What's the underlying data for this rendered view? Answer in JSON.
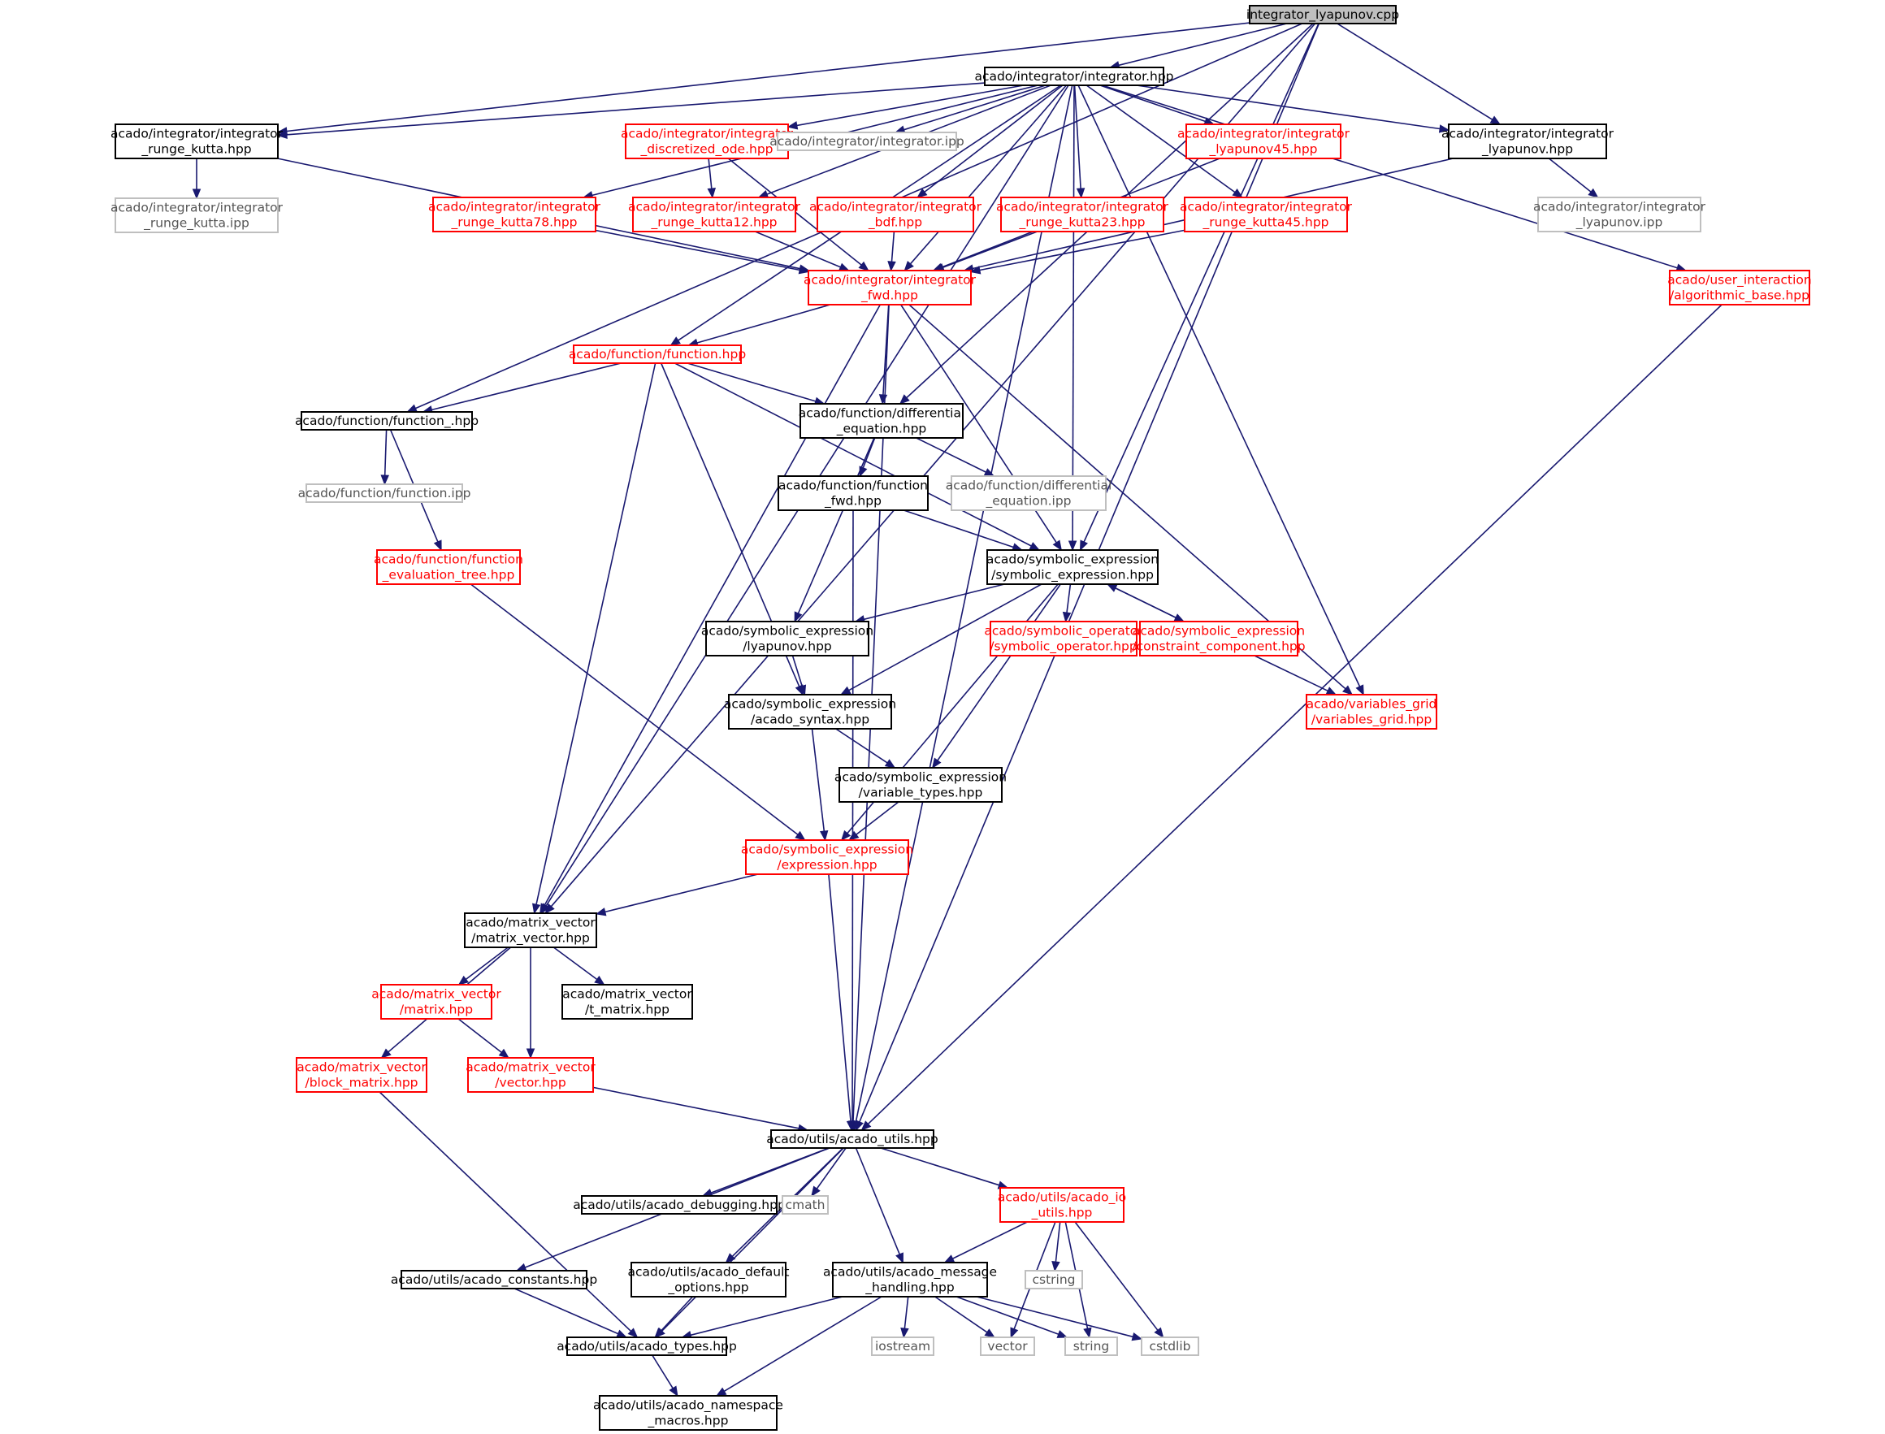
{
  "diagram": {
    "colors": {
      "edge": "#191970",
      "root_fill": "#bfbfbf",
      "root_border": "#000000",
      "normal_border": "#000000",
      "truncated_border": "#ff0000",
      "external_border": "#bfbfbf",
      "normal_text": "#000000",
      "truncated_text": "#ff0000",
      "external_text": "#555555"
    },
    "nodes": {
      "root": {
        "kind": "root",
        "lines": [
          "integrator_lyapunov.cpp"
        ]
      },
      "integrator": {
        "kind": "normal",
        "lines": [
          "acado/integrator/integrator.hpp"
        ]
      },
      "rk": {
        "kind": "normal",
        "lines": [
          "acado/integrator/integrator",
          "_runge_kutta.hpp"
        ]
      },
      "rk_ipp": {
        "kind": "external",
        "lines": [
          "acado/integrator/integrator",
          "_runge_kutta.ipp"
        ]
      },
      "disc_ode": {
        "kind": "truncated",
        "lines": [
          "acado/integrator/integrator",
          "_discretized_ode.hpp"
        ]
      },
      "integ_ipp": {
        "kind": "external",
        "lines": [
          "acado/integrator/integrator.ipp"
        ]
      },
      "lyap45": {
        "kind": "truncated",
        "lines": [
          "acado/integrator/integrator",
          "_lyapunov45.hpp"
        ]
      },
      "lyap": {
        "kind": "normal",
        "lines": [
          "acado/integrator/integrator",
          "_lyapunov.hpp"
        ]
      },
      "lyap_ipp": {
        "kind": "external",
        "lines": [
          "acado/integrator/integrator",
          "_lyapunov.ipp"
        ]
      },
      "rk78": {
        "kind": "truncated",
        "lines": [
          "acado/integrator/integrator",
          "_runge_kutta78.hpp"
        ]
      },
      "rk12": {
        "kind": "truncated",
        "lines": [
          "acado/integrator/integrator",
          "_runge_kutta12.hpp"
        ]
      },
      "bdf": {
        "kind": "truncated",
        "lines": [
          "acado/integrator/integrator",
          "_bdf.hpp"
        ]
      },
      "rk23": {
        "kind": "truncated",
        "lines": [
          "acado/integrator/integrator",
          "_runge_kutta23.hpp"
        ]
      },
      "rk45": {
        "kind": "truncated",
        "lines": [
          "acado/integrator/integrator",
          "_runge_kutta45.hpp"
        ]
      },
      "alg_base": {
        "kind": "truncated",
        "lines": [
          "acado/user_interaction",
          "/algorithmic_base.hpp"
        ]
      },
      "fwd": {
        "kind": "truncated",
        "lines": [
          "acado/integrator/integrator",
          "_fwd.hpp"
        ]
      },
      "function": {
        "kind": "truncated",
        "lines": [
          "acado/function/function.hpp"
        ]
      },
      "function_": {
        "kind": "normal",
        "lines": [
          "acado/function/function_.hpp"
        ]
      },
      "diff_eq": {
        "kind": "normal",
        "lines": [
          "acado/function/differential",
          "_equation.hpp"
        ]
      },
      "function_ipp": {
        "kind": "external",
        "lines": [
          "acado/function/function.ipp"
        ]
      },
      "func_fwd": {
        "kind": "normal",
        "lines": [
          "acado/function/function",
          "_fwd.hpp"
        ]
      },
      "diff_eq_ipp": {
        "kind": "external",
        "lines": [
          "acado/function/differential",
          "_equation.ipp"
        ]
      },
      "eval_tree": {
        "kind": "truncated",
        "lines": [
          "acado/function/function",
          "_evaluation_tree.hpp"
        ]
      },
      "sym_expr": {
        "kind": "normal",
        "lines": [
          "acado/symbolic_expression",
          "/symbolic_expression.hpp"
        ]
      },
      "sym_lyap": {
        "kind": "normal",
        "lines": [
          "acado/symbolic_expression",
          "/lyapunov.hpp"
        ]
      },
      "sym_op": {
        "kind": "truncated",
        "lines": [
          "acado/symbolic_operator",
          "/symbolic_operator.hpp"
        ]
      },
      "constraint": {
        "kind": "truncated",
        "lines": [
          "acado/symbolic_expression",
          "/constraint_component.hpp"
        ]
      },
      "syntax": {
        "kind": "normal",
        "lines": [
          "acado/symbolic_expression",
          "/acado_syntax.hpp"
        ]
      },
      "vars_grid": {
        "kind": "truncated",
        "lines": [
          "acado/variables_grid",
          "/variables_grid.hpp"
        ]
      },
      "var_types": {
        "kind": "normal",
        "lines": [
          "acado/symbolic_expression",
          "/variable_types.hpp"
        ]
      },
      "expression": {
        "kind": "truncated",
        "lines": [
          "acado/symbolic_expression",
          "/expression.hpp"
        ]
      },
      "mat_vec": {
        "kind": "normal",
        "lines": [
          "acado/matrix_vector",
          "/matrix_vector.hpp"
        ]
      },
      "matrix": {
        "kind": "truncated",
        "lines": [
          "acado/matrix_vector",
          "/matrix.hpp"
        ]
      },
      "t_matrix": {
        "kind": "normal",
        "lines": [
          "acado/matrix_vector",
          "/t_matrix.hpp"
        ]
      },
      "block_matrix": {
        "kind": "truncated",
        "lines": [
          "acado/matrix_vector",
          "/block_matrix.hpp"
        ]
      },
      "vector": {
        "kind": "truncated",
        "lines": [
          "acado/matrix_vector",
          "/vector.hpp"
        ]
      },
      "utils": {
        "kind": "normal",
        "lines": [
          "acado/utils/acado_utils.hpp"
        ]
      },
      "debugging": {
        "kind": "normal",
        "lines": [
          "acado/utils/acado_debugging.hpp"
        ]
      },
      "cmath": {
        "kind": "external",
        "lines": [
          "cmath"
        ]
      },
      "io_utils": {
        "kind": "truncated",
        "lines": [
          "acado/utils/acado_io",
          "_utils.hpp"
        ]
      },
      "constants": {
        "kind": "normal",
        "lines": [
          "acado/utils/acado_constants.hpp"
        ]
      },
      "default_opts": {
        "kind": "normal",
        "lines": [
          "acado/utils/acado_default",
          "_options.hpp"
        ]
      },
      "msg_handling": {
        "kind": "normal",
        "lines": [
          "acado/utils/acado_message",
          "_handling.hpp"
        ]
      },
      "cstring": {
        "kind": "external",
        "lines": [
          "cstring"
        ]
      },
      "types": {
        "kind": "normal",
        "lines": [
          "acado/utils/acado_types.hpp"
        ]
      },
      "iostream": {
        "kind": "external",
        "lines": [
          "iostream"
        ]
      },
      "vector_std": {
        "kind": "external",
        "lines": [
          "vector"
        ]
      },
      "string": {
        "kind": "external",
        "lines": [
          "string"
        ]
      },
      "cstdlib": {
        "kind": "external",
        "lines": [
          "cstdlib"
        ]
      },
      "ns_macros": {
        "kind": "normal",
        "lines": [
          "acado/utils/acado_namespace",
          "_macros.hpp"
        ]
      }
    },
    "edges": [
      [
        "root",
        "integrator"
      ],
      [
        "root",
        "rk"
      ],
      [
        "root",
        "lyap"
      ],
      [
        "root",
        "function_"
      ],
      [
        "root",
        "diff_eq"
      ],
      [
        "root",
        "sym_expr"
      ],
      [
        "root",
        "mat_vec"
      ],
      [
        "root",
        "utils"
      ],
      [
        "integrator",
        "rk"
      ],
      [
        "integrator",
        "disc_ode"
      ],
      [
        "integrator",
        "integ_ipp"
      ],
      [
        "integrator",
        "lyap45"
      ],
      [
        "integrator",
        "lyap"
      ],
      [
        "integrator",
        "alg_base"
      ],
      [
        "integrator",
        "rk78"
      ],
      [
        "integrator",
        "rk12"
      ],
      [
        "integrator",
        "bdf"
      ],
      [
        "integrator",
        "rk23"
      ],
      [
        "integrator",
        "rk45"
      ],
      [
        "integrator",
        "fwd"
      ],
      [
        "integrator",
        "function"
      ],
      [
        "integrator",
        "mat_vec"
      ],
      [
        "integrator",
        "sym_expr"
      ],
      [
        "integrator",
        "vars_grid"
      ],
      [
        "integrator",
        "utils"
      ],
      [
        "rk",
        "rk_ipp"
      ],
      [
        "rk",
        "fwd"
      ],
      [
        "disc_ode",
        "rk12"
      ],
      [
        "disc_ode",
        "fwd"
      ],
      [
        "lyap45",
        "fwd"
      ],
      [
        "lyap",
        "lyap_ipp"
      ],
      [
        "lyap",
        "fwd"
      ],
      [
        "rk78",
        "fwd"
      ],
      [
        "rk12",
        "fwd"
      ],
      [
        "bdf",
        "fwd"
      ],
      [
        "rk23",
        "fwd"
      ],
      [
        "rk45",
        "fwd"
      ],
      [
        "alg_base",
        "utils"
      ],
      [
        "fwd",
        "function"
      ],
      [
        "fwd",
        "diff_eq"
      ],
      [
        "fwd",
        "sym_expr"
      ],
      [
        "fwd",
        "vars_grid"
      ],
      [
        "fwd",
        "mat_vec"
      ],
      [
        "fwd",
        "utils"
      ],
      [
        "function",
        "function_"
      ],
      [
        "function",
        "diff_eq"
      ],
      [
        "function",
        "sym_expr"
      ],
      [
        "function",
        "syntax"
      ],
      [
        "function",
        "mat_vec"
      ],
      [
        "function_",
        "function_ipp"
      ],
      [
        "function_",
        "eval_tree"
      ],
      [
        "diff_eq",
        "func_fwd"
      ],
      [
        "diff_eq",
        "diff_eq_ipp"
      ],
      [
        "diff_eq",
        "sym_lyap"
      ],
      [
        "func_fwd",
        "sym_expr"
      ],
      [
        "func_fwd",
        "utils"
      ],
      [
        "eval_tree",
        "expression"
      ],
      [
        "sym_expr",
        "sym_lyap"
      ],
      [
        "sym_expr",
        "sym_op"
      ],
      [
        "sym_expr",
        "constraint"
      ],
      [
        "sym_expr",
        "syntax"
      ],
      [
        "sym_expr",
        "var_types"
      ],
      [
        "sym_expr",
        "expression"
      ],
      [
        "constraint",
        "sym_expr"
      ],
      [
        "constraint",
        "vars_grid"
      ],
      [
        "sym_lyap",
        "syntax"
      ],
      [
        "syntax",
        "var_types"
      ],
      [
        "syntax",
        "expression"
      ],
      [
        "var_types",
        "expression"
      ],
      [
        "expression",
        "mat_vec"
      ],
      [
        "expression",
        "utils"
      ],
      [
        "mat_vec",
        "matrix"
      ],
      [
        "mat_vec",
        "t_matrix"
      ],
      [
        "mat_vec",
        "block_matrix"
      ],
      [
        "mat_vec",
        "vector"
      ],
      [
        "matrix",
        "vector"
      ],
      [
        "vector",
        "utils"
      ],
      [
        "block_matrix",
        "types"
      ],
      [
        "utils",
        "debugging"
      ],
      [
        "utils",
        "cmath"
      ],
      [
        "utils",
        "io_utils"
      ],
      [
        "utils",
        "constants"
      ],
      [
        "utils",
        "default_opts"
      ],
      [
        "utils",
        "msg_handling"
      ],
      [
        "utils",
        "types"
      ],
      [
        "io_utils",
        "msg_handling"
      ],
      [
        "io_utils",
        "cstring"
      ],
      [
        "io_utils",
        "vector_std"
      ],
      [
        "io_utils",
        "string"
      ],
      [
        "io_utils",
        "cstdlib"
      ],
      [
        "constants",
        "types"
      ],
      [
        "default_opts",
        "types"
      ],
      [
        "msg_handling",
        "types"
      ],
      [
        "msg_handling",
        "ns_macros"
      ],
      [
        "msg_handling",
        "iostream"
      ],
      [
        "msg_handling",
        "vector_std"
      ],
      [
        "msg_handling",
        "string"
      ],
      [
        "msg_handling",
        "cstdlib"
      ],
      [
        "types",
        "ns_macros"
      ]
    ]
  }
}
